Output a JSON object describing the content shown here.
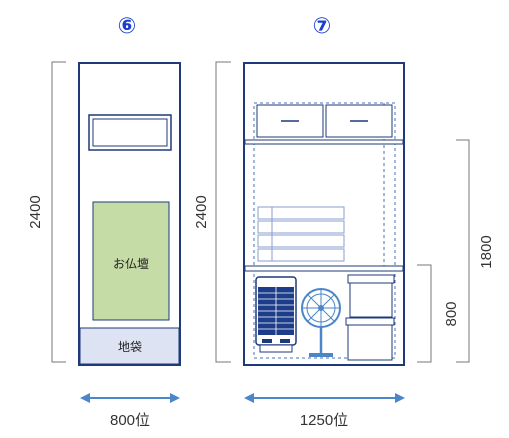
{
  "unit_6": {
    "number": "⑥",
    "height_label": "2400",
    "width_label": "800位",
    "altar_label": "お仏壇",
    "base_label": "地袋"
  },
  "unit_7": {
    "number": "⑦",
    "height_label": "2400",
    "width_label": "1250位",
    "upper_span_label": "1800",
    "lower_span_label": "800"
  },
  "colors": {
    "accent": "#1f3a7a",
    "badge_blue": "#1a3fd0",
    "arrow_blue": "#4a86c8",
    "altar_green": "#c6dca6",
    "base_lavender": "#dde3f2",
    "guide_gray": "#666666"
  }
}
